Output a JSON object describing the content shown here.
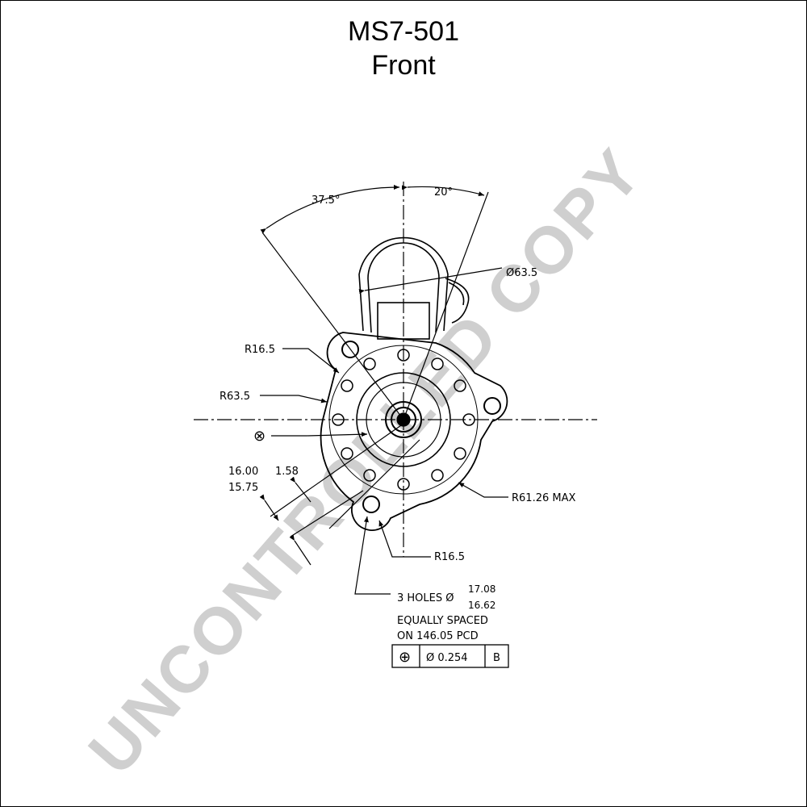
{
  "title": {
    "part_number": "MS7-501",
    "view": "Front"
  },
  "watermark": "UNCONTROLLED COPY",
  "dimensions": {
    "angle_left": "37.5°",
    "angle_right": "20°",
    "diameter_top": "Ø63.5",
    "radius_top_left": "R16.5",
    "radius_outer": "R63.5",
    "datum_symbol": "⊗",
    "width_upper": "16.00",
    "width_lower": "15.75",
    "offset": "1.58",
    "radius_max": "R61.26 MAX",
    "radius_bottom": "R16.5"
  },
  "hole_note": {
    "prefix": "3 HOLES Ø",
    "upper_tol": "17.08",
    "lower_tol": "16.62",
    "line2": "EQUALLY SPACED",
    "line3": "ON 146.05 PCD"
  },
  "feature_control_frame": {
    "symbol": "⊕",
    "tolerance": "Ø 0.254",
    "datum": "B"
  }
}
